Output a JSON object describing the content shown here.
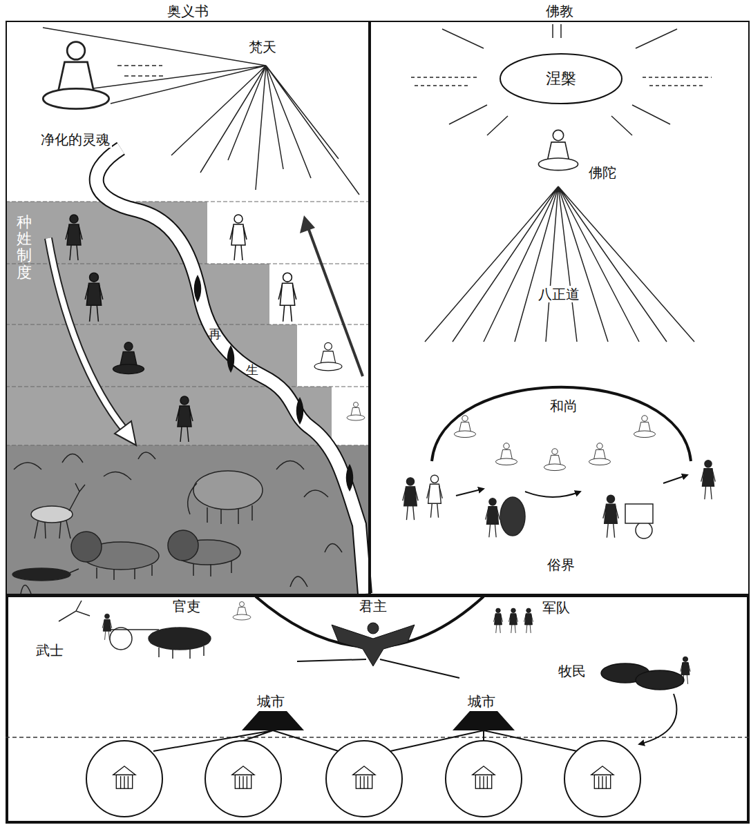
{
  "diagram": {
    "nodes": [
      {
        "text": [
          "奥义书"
        ]
      },
      {
        "text": [
          "佛教"
        ]
      },
      {
        "text": [
          "涅槃"
        ],
        "in": 1
      }
    ],
    "labels": [
      "梵天",
      "净化的灵魂",
      "种姓制度",
      "再",
      "生",
      "佛陀",
      "八正道",
      "和尚",
      "俗界",
      "官吏",
      "君主",
      "军队",
      "武士",
      "牧民",
      "城市",
      "城市"
    ]
  }
}
